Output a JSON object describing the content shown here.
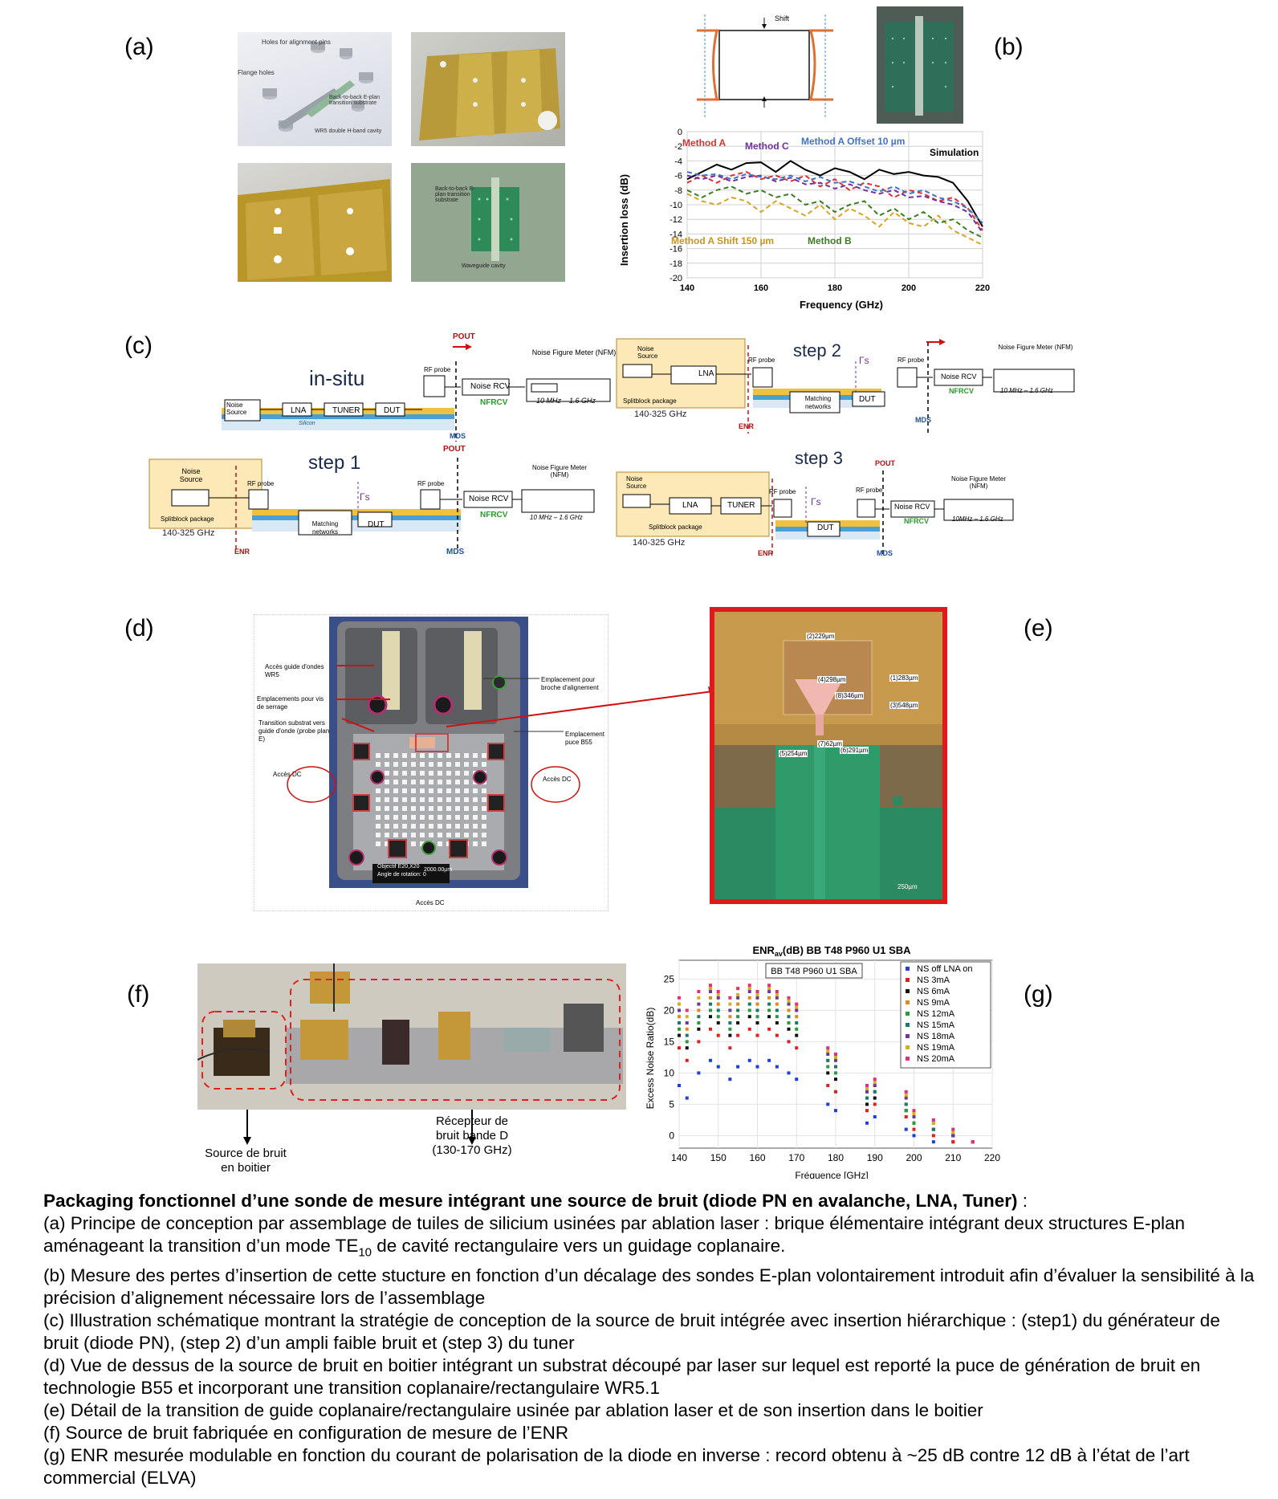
{
  "panel_labels": {
    "a": "(a)",
    "b": "(b)",
    "c": "(c)",
    "d": "(d)",
    "e": "(e)",
    "f": "(f)",
    "g": "(g)"
  },
  "panel_a": {
    "annotations": [
      "Holes for alignment pins",
      "Flange holes",
      "Back-to-back E-plan transition substrate",
      "WR5 double H-band cavity",
      "Back-to-back E-plan transition substrate",
      "Waveguide cavity"
    ]
  },
  "panel_b": {
    "shift_label": "Shift",
    "chart_data": {
      "type": "line",
      "xlabel": "Frequency (GHz)",
      "ylabel": "Insertion loss (dB)",
      "xlim": [
        140,
        220
      ],
      "ylim": [
        -20,
        0
      ],
      "x_ticks": [
        140,
        160,
        180,
        200,
        220
      ],
      "y_ticks": [
        0,
        -2,
        -4,
        -6,
        -8,
        -10,
        -12,
        -14,
        -16,
        -18,
        -20
      ],
      "grid": true,
      "series": [
        {
          "name": "Simulation",
          "color": "#000000",
          "dash": "none",
          "x": [
            140,
            144,
            148,
            152,
            156,
            160,
            164,
            168,
            172,
            176,
            180,
            184,
            188,
            192,
            196,
            200,
            204,
            208,
            212,
            216,
            220
          ],
          "y": [
            -6.5,
            -5.5,
            -4.5,
            -5.2,
            -4.3,
            -4.2,
            -5.5,
            -4.0,
            -5.2,
            -6.0,
            -5.0,
            -5.5,
            -6.5,
            -5.2,
            -5.8,
            -5.5,
            -6.0,
            -6.2,
            -7.0,
            -9.5,
            -13.0
          ]
        },
        {
          "name": "Method A",
          "color": "#e0302f",
          "dash": "6,4",
          "x": [
            140,
            144,
            148,
            152,
            156,
            160,
            164,
            168,
            172,
            176,
            180,
            184,
            188,
            192,
            196,
            200,
            204,
            208,
            212,
            216,
            220
          ],
          "y": [
            -7.0,
            -6.0,
            -7.0,
            -6.0,
            -5.5,
            -6.5,
            -6.0,
            -6.8,
            -6.0,
            -7.5,
            -6.5,
            -8.0,
            -7.0,
            -7.5,
            -9.0,
            -8.0,
            -8.5,
            -9.5,
            -9.0,
            -10.5,
            -13.5
          ]
        },
        {
          "name": "Method C",
          "color": "#7030a0",
          "dash": "6,4",
          "x": [
            140,
            144,
            148,
            152,
            156,
            160,
            164,
            168,
            172,
            176,
            180,
            184,
            188,
            192,
            196,
            200,
            204,
            208,
            212,
            216,
            220
          ],
          "y": [
            -6.0,
            -6.5,
            -6.0,
            -6.8,
            -6.2,
            -6.0,
            -6.8,
            -6.3,
            -7.2,
            -7.0,
            -7.8,
            -7.2,
            -8.0,
            -8.5,
            -8.0,
            -9.0,
            -8.8,
            -9.5,
            -10.0,
            -11.0,
            -13.8
          ]
        },
        {
          "name": "Method A Offset 10 µm",
          "color": "#4472c4",
          "dash": "6,4",
          "x": [
            140,
            144,
            148,
            152,
            156,
            160,
            164,
            168,
            172,
            176,
            180,
            184,
            188,
            192,
            196,
            200,
            204,
            208,
            212,
            216,
            220
          ],
          "y": [
            -5.5,
            -6.0,
            -5.8,
            -6.5,
            -5.8,
            -6.2,
            -6.5,
            -6.0,
            -6.8,
            -6.2,
            -7.0,
            -6.8,
            -7.5,
            -8.2,
            -7.5,
            -8.5,
            -8.0,
            -9.0,
            -9.5,
            -10.5,
            -12.5
          ]
        },
        {
          "name": "Method A Shift 150 µm",
          "color": "#d9a520",
          "dash": "6,4",
          "x": [
            140,
            144,
            148,
            152,
            156,
            160,
            164,
            168,
            172,
            176,
            180,
            184,
            188,
            192,
            196,
            200,
            204,
            208,
            212,
            216,
            220
          ],
          "y": [
            -8.5,
            -9.5,
            -10.0,
            -9.0,
            -9.5,
            -11.0,
            -9.5,
            -10.5,
            -11.5,
            -10.0,
            -12.0,
            -10.5,
            -11.5,
            -13.0,
            -11.0,
            -12.5,
            -13.0,
            -11.5,
            -13.5,
            -14.5,
            -15.5
          ]
        },
        {
          "name": "Method B",
          "color": "#3a7d22",
          "dash": "6,4",
          "x": [
            140,
            144,
            148,
            152,
            156,
            160,
            164,
            168,
            172,
            176,
            180,
            184,
            188,
            192,
            196,
            200,
            204,
            208,
            212,
            216,
            220
          ],
          "y": [
            -8.0,
            -9.0,
            -8.0,
            -7.5,
            -8.5,
            -8.0,
            -9.0,
            -8.5,
            -10.0,
            -9.5,
            -11.0,
            -10.0,
            -9.5,
            -11.5,
            -10.5,
            -12.0,
            -11.0,
            -12.5,
            -12.0,
            -13.5,
            -14.5
          ]
        }
      ]
    }
  },
  "panel_c": {
    "insitu": {
      "title": "in-situ",
      "noise_source": "Noise Source",
      "lna": "LNA",
      "tuner": "TUNER",
      "dut": "DUT",
      "rf_probe": "RF probe",
      "noise_rcv": "Noise RCV",
      "nf_rcv": "NFRCV",
      "nfm": "Noise Figure Meter (NFM)",
      "nfm_range": "10 MHz – 1.6 GHz",
      "mds": "MDS",
      "pout": "POUT",
      "substrate": "Silicon"
    },
    "step1": {
      "title": "step 1",
      "noise_source": "Noise Source",
      "package": "Splitblock package",
      "freq": "140-325 GHz",
      "enr": "ENR",
      "rf_probe1": "RF probe",
      "matching": "Matching networks",
      "gamma": "Γs",
      "dut": "DUT",
      "rf_probe2": "RF probe",
      "noise_rcv": "Noise RCV",
      "nf_rcv": "NFRCV",
      "nfm": "Noise Figure Meter (NFM)",
      "nfm_range": "10 MHz – 1.6 GHz",
      "mds": "MDS",
      "pout": "POUT"
    },
    "step2": {
      "title": "step 2",
      "noise_source": "Noise Source",
      "lna": "LNA",
      "package": "Splitblock package",
      "freq": "140-325 GHz",
      "enr": "ENR",
      "rf_probe1": "RF probe",
      "matching": "Matching networks",
      "gamma": "Γs",
      "dut": "DUT",
      "rf_probe2": "RF probe",
      "noise_rcv": "Noise RCV",
      "nf_rcv": "NFRCV",
      "nfm": "Noise Figure Meter (NFM)",
      "nfm_range": "10 MHz – 1.6 GHz",
      "mds": "MDS"
    },
    "step3": {
      "title": "step 3",
      "noise_source": "Noise Source",
      "lna": "LNA",
      "tuner": "TUNER",
      "package": "Splitblock package",
      "freq": "140-325 GHz",
      "enr": "ENR",
      "rf_probe1": "RF probe",
      "gamma": "Γs",
      "dut": "DUT",
      "rf_probe2": "RF probe",
      "noise_rcv": "Noise RCV",
      "nf_rcv": "NFRCV",
      "nfm": "Noise Figure Meter (NFM)",
      "nfm_range": "10MHz – 1.6 GHz",
      "mds": "MDS",
      "pout": "POUT"
    }
  },
  "panel_d": {
    "labels_left": [
      "Accès guide d'ondes WR5",
      "Emplacements pour vis de serrage",
      "Transition substrat vers guide d'onde (probe plan E)",
      "Accès DC"
    ],
    "labels_right": [
      "Emplacement pour broche d'alignement",
      "Emplacement puce B55",
      "Accès DC"
    ],
    "label_bottom": "Accès DC",
    "scale_a": "Objectif E20,X20",
    "scale_b": "Angle de rotation: 0",
    "scale_c": "2000.00µm"
  },
  "panel_e": {
    "dims": [
      "(2)229µm",
      "(1)283µm",
      "(4)298µm",
      "(8)346µm",
      "(3)548µm",
      "(7)62µm",
      "(5)254µm",
      "(6)291µm"
    ],
    "scale": "250µm"
  },
  "panel_f": {
    "label_source": "Source de bruit en boitier",
    "label_receiver": "Récepteur de bruit bande D (130-170 GHz)"
  },
  "panel_g": {
    "chart_data": {
      "type": "scatter",
      "title": "ENRav(dB) BB T48 P960 U1 SBA",
      "inset_label": "BB T48 P960 U1 SBA",
      "xlabel": "Fréquence [GHz]",
      "ylabel": "Excess Noise Ratio(dB)",
      "xlim": [
        140,
        220
      ],
      "ylim": [
        -2,
        28
      ],
      "x_ticks": [
        140,
        150,
        160,
        170,
        180,
        190,
        200,
        210,
        220
      ],
      "y_ticks": [
        0,
        5,
        10,
        15,
        20,
        25
      ],
      "legend_position": "top-right",
      "x": [
        140,
        142,
        145,
        148,
        150,
        153,
        155,
        158,
        160,
        163,
        165,
        168,
        170,
        178,
        180,
        188,
        190,
        198,
        200,
        205,
        210,
        215
      ],
      "series": [
        {
          "name": "NS off LNA on",
          "color": "#1f3fd6",
          "values": [
            8,
            6,
            10,
            12,
            11,
            9,
            11,
            12,
            11,
            12,
            11,
            10,
            9,
            5,
            4,
            2,
            3,
            1,
            0,
            -1,
            -1,
            -1
          ]
        },
        {
          "name": "NS 3mA",
          "color": "#e02020",
          "values": [
            14,
            12,
            15,
            17,
            16,
            14,
            16,
            17,
            16,
            17,
            16,
            15,
            14,
            8,
            7,
            4,
            5,
            3,
            1,
            0,
            -1,
            -1
          ]
        },
        {
          "name": "NS 6mA",
          "color": "#111111",
          "values": [
            16,
            14,
            17,
            19,
            18,
            16,
            18,
            19,
            18,
            19,
            18,
            17,
            16,
            10,
            9,
            5,
            6,
            4,
            2,
            1,
            0,
            -1
          ]
        },
        {
          "name": "NS 9mA",
          "color": "#e08a1a",
          "values": [
            19,
            17,
            20,
            22,
            21,
            19,
            21,
            22,
            21,
            22,
            21,
            20,
            19,
            12,
            11,
            7,
            8,
            5,
            3,
            1,
            0,
            -1
          ]
        },
        {
          "name": "NS 12mA",
          "color": "#2a9a3a",
          "values": [
            17,
            15,
            18,
            20,
            19,
            17,
            19,
            20,
            19,
            20,
            19,
            18,
            17,
            11,
            10,
            6,
            7,
            4,
            2,
            1,
            0,
            -1
          ]
        },
        {
          "name": "NS 15mA",
          "color": "#1a7a6a",
          "values": [
            18,
            16,
            19,
            21,
            20,
            18,
            20,
            21,
            20,
            21,
            20,
            19,
            18,
            12,
            11,
            6,
            7,
            5,
            3,
            1,
            0,
            -1
          ]
        },
        {
          "name": "NS 18mA",
          "color": "#6a3a9a",
          "values": [
            20,
            18,
            21,
            23,
            22,
            20,
            22,
            23,
            22,
            23,
            22,
            21,
            20,
            13,
            12,
            7,
            8,
            6,
            3,
            2,
            0,
            -1
          ]
        },
        {
          "name": "NS 19mA",
          "color": "#d4b020",
          "values": [
            21,
            19,
            22,
            23.5,
            22.5,
            21,
            22.5,
            23.5,
            22.5,
            23.5,
            22.5,
            21.5,
            20.5,
            13.5,
            12.5,
            7.5,
            8.5,
            6.5,
            3.5,
            2,
            0.5,
            -1
          ]
        },
        {
          "name": "NS 20mA",
          "color": "#e0307a",
          "values": [
            22,
            20,
            23,
            24,
            23,
            22,
            23.5,
            24,
            23,
            24,
            23,
            22,
            21,
            14,
            13,
            8,
            9,
            7,
            4,
            2.5,
            1,
            -1
          ]
        }
      ]
    }
  },
  "caption": {
    "title": "Packaging fonctionnel d’une sonde de mesure intégrant une source de bruit (diode PN en avalanche, LNA, Tuner)",
    "title_suffix": " :",
    "line_a1": "(a) Principe de conception par assemblage de tuiles de silicium usinées par ablation laser : brique élémentaire intégrant deux structures E-plan aménageant la transition d’un mode TE",
    "line_a_sub": "10",
    "line_a2": " de cavité rectangulaire vers un guidage coplanaire.",
    "line_b": "(b) Mesure des pertes d’insertion de cette stucture en fonction d’un décalage des sondes E-plan volontairement introduit afin d’évaluer la sensibilité à la précision d’alignement nécessaire lors de l’assemblage",
    "line_c": "(c) Illustration schématique montrant la stratégie de conception de la source de bruit intégrée avec insertion hiérarchique : (step1) du générateur de bruit (diode PN), (step 2) d’un ampli faible bruit et (step 3) du tuner",
    "line_d": "(d) Vue de dessus de la source de bruit en boitier intégrant un substrat découpé par laser sur lequel est reporté la puce de génération de bruit en technologie B55 et incorporant une transition coplanaire/rectangulaire WR5.1",
    "line_e": "(e) Détail de la transition de guide coplanaire/rectangulaire usinée par ablation laser et de son insertion dans le boitier",
    "line_f": "(f) Source de bruit fabriquée en configuration de mesure de l’ENR",
    "line_g": "(g) ENR mesurée modulable en fonction du courant de polarisation de la diode en inverse : record obtenu à ~25 dB contre 12 dB à l’état de l’art commercial (ELVA)"
  }
}
